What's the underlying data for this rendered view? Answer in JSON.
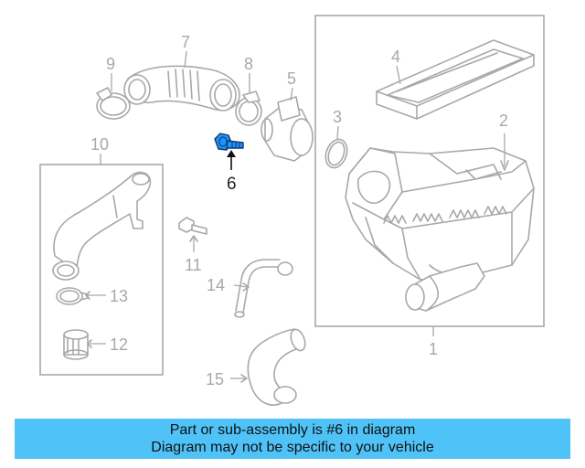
{
  "diagram": {
    "highlight_color": "#1e90ff",
    "callouts": {
      "p1": "1",
      "p2": "2",
      "p3": "3",
      "p4": "4",
      "p5": "5",
      "p6": "6",
      "p7": "7",
      "p8": "8",
      "p9": "9",
      "p10": "10",
      "p11": "11",
      "p12": "12",
      "p13": "13",
      "p14": "14",
      "p15": "15"
    }
  },
  "banner": {
    "line1": "Part or sub-assembly is #6 in diagram",
    "line2": "Diagram may not be specific to your vehicle",
    "color": "#4fc3f7"
  }
}
